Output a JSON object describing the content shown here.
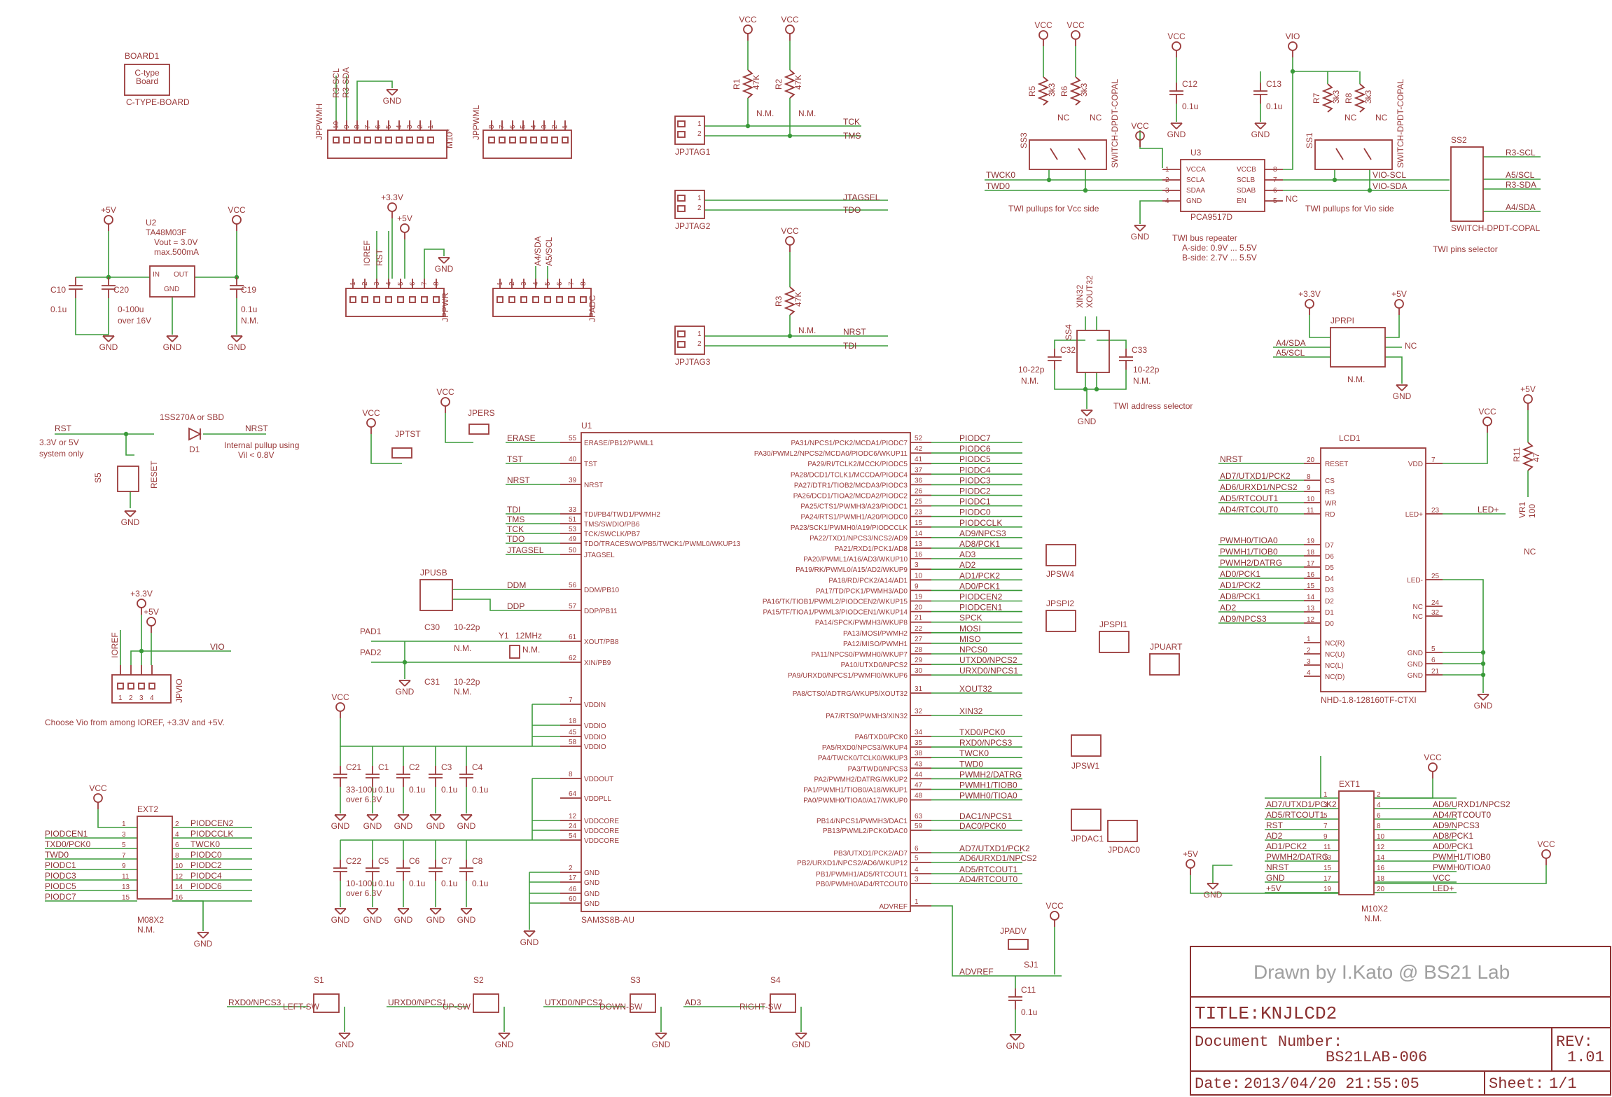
{
  "title_block": {
    "drawn_by": "Drawn by I.Kato @ BS21 Lab",
    "title_label": "TITLE:",
    "title_value": "KNJLCD2",
    "docnum_label": "Document Number:",
    "docnum_value": "BS21LAB-006",
    "rev_label": "REV:",
    "rev_value": "1.01",
    "date_label": "Date:",
    "date_value": "2013/04/20 21:55:05",
    "sheet_label": "Sheet:",
    "sheet_value": "1/1"
  },
  "board": {
    "ref": "BOARD1",
    "line1": "C-type",
    "line2": "Board",
    "name": "C-TYPE-BOARD"
  },
  "regulator": {
    "ref": "U2",
    "part": "TA48M03F",
    "vout": "Vout = 3.0V",
    "imax": "max.500mA",
    "in": "IN",
    "out": "OUT",
    "gnd": "GND"
  },
  "caps_reg": {
    "c10": "C10",
    "c10v": "0.1u",
    "c20": "C20",
    "c20v": "0-100u",
    "c20n": "over 16V",
    "c19": "C19",
    "c19v": "0.1u",
    "c19n": "N.M."
  },
  "jppwmh": {
    "name": "JPPWMH",
    "pins": [
      "10",
      "9",
      "8",
      "7",
      "6",
      "5",
      "4",
      "3",
      "2",
      "1"
    ],
    "nets": [
      "R3-SCL",
      "R3-SDA"
    ],
    "m10": "M10*"
  },
  "jppwml": {
    "name": "JPPWML",
    "pins": [
      "8",
      "7",
      "6",
      "5",
      "4",
      "3",
      "2",
      "1"
    ]
  },
  "jppwr": {
    "name": "JPPWR",
    "pins": [
      "1",
      "2",
      "3",
      "4",
      "5",
      "6",
      "7",
      "8"
    ],
    "nets": [
      "IOREF",
      "RST"
    ]
  },
  "jpadc": {
    "name": "JPADC",
    "pins": [
      "1",
      "2",
      "3",
      "4",
      "5",
      "6",
      "7",
      "8"
    ],
    "nets": [
      "A4/SDA",
      "A5/SCL"
    ]
  },
  "jpjtag": {
    "j1": "JPJTAG1",
    "j2": "JPJTAG2",
    "j3": "JPJTAG3",
    "r1": "R1",
    "r2": "R2",
    "r3": "R3",
    "rv": "47K",
    "nm": "N.M.",
    "n_tck": "TCK",
    "n_tms": "TMS",
    "n_jtagsel": "JTAGSEL",
    "n_tdo": "TDO",
    "n_nrst": "NRST",
    "n_tdi": "TDI"
  },
  "twi": {
    "r5": "R5",
    "r6": "R6",
    "r7": "R7",
    "r8": "R8",
    "rv": "3k3",
    "ss3": "SS3",
    "ss1": "SS1",
    "ss2": "SS2",
    "sw": "SWITCH-DPDT-COPAL",
    "nc": "NC",
    "u3": "U3",
    "u3part": "PCA9517D",
    "u3pins": [
      "VCCA",
      "SCLA",
      "SDAA",
      "GND",
      "VCCB",
      "SCLB",
      "SDAB",
      "EN"
    ],
    "u3nums": [
      "1",
      "2",
      "3",
      "4",
      "8",
      "7",
      "6",
      "5"
    ],
    "c12": "C12",
    "c13": "C13",
    "cv": "0.1u",
    "twck0": "TWCK0",
    "twd0": "TWD0",
    "vio_scl": "VIO-SCL",
    "vio_sda": "VIO-SDA",
    "r3scl": "R3-SCL",
    "a5scl": "A5/SCL",
    "r3sda": "R3-SDA",
    "a4sda": "A4/SDA",
    "cap_vcc": "TWI pullups for Vcc side",
    "cap_vio": "TWI pullups for Vio side",
    "rep1": "TWI bus repeater",
    "rep2": "A-side: 0.9V ... 5.5V",
    "rep3": "B-side: 2.7V ... 5.5V",
    "sel": "TWI pins selector"
  },
  "addr": {
    "ss4": "SS4",
    "xin": "XIN32",
    "xout": "XOUT32",
    "c32": "C32",
    "c33": "C33",
    "cv": "10-22p",
    "nm": "N.M.",
    "cap": "TWI address selector"
  },
  "jprpi": {
    "name": "JPRPI",
    "p33": "+3.3V",
    "p5": "+5V",
    "a4": "A4/SDA",
    "a5": "A5/SCL",
    "nc": "NC",
    "nm": "N.M."
  },
  "reset": {
    "rst": "RST",
    "nrst": "NRST",
    "diode": "1SS270A or SBD",
    "d1": "D1",
    "l1": "3.3V or 5V",
    "l2": "system only",
    "p1": "Internal pullup using",
    "p2": "Vil < 0.8V",
    "s5": "S5",
    "sw": "RESET"
  },
  "jpvio": {
    "name": "JPVIO",
    "ioref": "IOREF",
    "vio": "VIO",
    "p33": "+3.3V",
    "p5": "+5V",
    "note": "Choose Vio from among IOREF, +3.3V and +5V."
  },
  "ext2": {
    "name": "EXT2",
    "part": "M08X2",
    "nm": "N.M.",
    "left_pins": [
      "1",
      "3",
      "5",
      "7",
      "9",
      "11",
      "13",
      "15"
    ],
    "right_pins": [
      "2",
      "4",
      "6",
      "8",
      "10",
      "12",
      "14",
      "16"
    ],
    "left": [
      "",
      "PIODCEN1",
      "TXD0/PCK0",
      "TWD0",
      "PIODC1",
      "PIODC3",
      "PIODC5",
      "PIODC7"
    ],
    "right": [
      "PIODCEN2",
      "PIODCCLK",
      "TWCK0",
      "PIODC0",
      "PIODC2",
      "PIODC4",
      "PIODC6",
      ""
    ]
  },
  "u1": {
    "ref": "U1",
    "part": "SAM3S8B-AU",
    "left": [
      {
        "n": "55",
        "p": "ERASE/PB12/PWML1",
        "net": "ERASE"
      },
      {
        "n": "40",
        "p": "TST",
        "net": "TST"
      },
      {
        "n": "39",
        "p": "NRST",
        "net": "NRST"
      },
      {
        "n": "33",
        "p": "TDI/PB4/TWD1/PWMH2",
        "net": "TDI"
      },
      {
        "n": "51",
        "p": "TMS/SWDIO/PB6",
        "net": "TMS"
      },
      {
        "n": "53",
        "p": "TCK/SWCLK/PB7",
        "net": "TCK"
      },
      {
        "n": "49",
        "p": "TDO/TRACESWO/PB5/TWCK1/PWML0/WKUP13",
        "net": "TDO"
      },
      {
        "n": "50",
        "p": "JTAGSEL",
        "net": "JTAGSEL"
      },
      {
        "n": "56",
        "p": "DDM/PB10",
        "net": "DDM"
      },
      {
        "n": "57",
        "p": "DDP/PB11",
        "net": "DDP"
      },
      {
        "n": "61",
        "p": "XOUT/PB8",
        "net": ""
      },
      {
        "n": "62",
        "p": "XIN/PB9",
        "net": ""
      },
      {
        "n": "7",
        "p": "VDDIN",
        "net": ""
      },
      {
        "n": "18",
        "p": "VDDIO",
        "net": ""
      },
      {
        "n": "45",
        "p": "VDDIO",
        "net": ""
      },
      {
        "n": "58",
        "p": "VDDIO",
        "net": ""
      },
      {
        "n": "8",
        "p": "VDDOUT",
        "net": ""
      },
      {
        "n": "64",
        "p": "VDDPLL",
        "net": ""
      },
      {
        "n": "12",
        "p": "VDDCORE",
        "net": ""
      },
      {
        "n": "24",
        "p": "VDDCORE",
        "net": ""
      },
      {
        "n": "54",
        "p": "VDDCORE",
        "net": ""
      },
      {
        "n": "2",
        "p": "GND",
        "net": ""
      },
      {
        "n": "17",
        "p": "GND",
        "net": ""
      },
      {
        "n": "46",
        "p": "GND",
        "net": ""
      },
      {
        "n": "60",
        "p": "GND",
        "net": ""
      }
    ],
    "right": [
      {
        "n": "52",
        "p": "PA31/NPCS1/PCK2/MCDA1/PIODC7",
        "net": "PIODC7"
      },
      {
        "n": "42",
        "p": "PA30/PWML2/NPCS2/MCDA0/PIODC6/WKUP11",
        "net": "PIODC6"
      },
      {
        "n": "41",
        "p": "PA29/RI/TCLK2/MCCK/PIODC5",
        "net": "PIODC5"
      },
      {
        "n": "37",
        "p": "PA28/DCD1/TCLK1/MCCDA/PIODC4",
        "net": "PIODC4"
      },
      {
        "n": "36",
        "p": "PA27/DTR1/TIOB2/MCDA3/PIODC3",
        "net": "PIODC3"
      },
      {
        "n": "26",
        "p": "PA26/DCD1/TIOA2/MCDA2/PIODC2",
        "net": "PIODC2"
      },
      {
        "n": "25",
        "p": "PA25/CTS1/PWMH3/A23/PIODC1",
        "net": "PIODC1"
      },
      {
        "n": "23",
        "p": "PA24/RTS1/PWMH1/A20/PIODC0",
        "net": "PIODC0"
      },
      {
        "n": "15",
        "p": "PA23/SCK1/PWMH0/A19/PIODCCLK",
        "net": "PIODCCLK"
      },
      {
        "n": "14",
        "p": "PA22/TXD1/NPCS3/NCS2/AD9",
        "net": "AD9/NPCS3"
      },
      {
        "n": "13",
        "p": "PA21/RXD1/PCK1/AD8",
        "net": "AD8/PCK1"
      },
      {
        "n": "16",
        "p": "PA20/PWML1/A16/AD3/WKUP10",
        "net": "AD3"
      },
      {
        "n": "3",
        "p": "PA19/RK/PWML0/A15/AD2/WKUP9",
        "net": "AD2"
      },
      {
        "n": "10",
        "p": "PA18/RD/PCK2/A14/AD1",
        "net": "AD1/PCK2"
      },
      {
        "n": "9",
        "p": "PA17/TD/PCK1/PWMH3/AD0",
        "net": "AD0/PCK1"
      },
      {
        "n": "19",
        "p": "PA16/TK/TIOB1/PWML2/PIODCEN2/WKUP15",
        "net": "PIODCEN2"
      },
      {
        "n": "20",
        "p": "PA15/TF/TIOA1/PWML3/PIODCEN1/WKUP14",
        "net": "PIODCEN1"
      },
      {
        "n": "21",
        "p": "PA14/SPCK/PWMH3/WKUP8",
        "net": "SPCK"
      },
      {
        "n": "22",
        "p": "PA13/MOSI/PWMH2",
        "net": "MOSI"
      },
      {
        "n": "27",
        "p": "PA12/MISO/PWMH1",
        "net": "MISO"
      },
      {
        "n": "28",
        "p": "PA11/NPCS0/PWMH0/WKUP7",
        "net": "NPCS0"
      },
      {
        "n": "29",
        "p": "PA10/UTXD0/NPCS2",
        "net": "UTXD0/NPCS2"
      },
      {
        "n": "30",
        "p": "PA9/URXD0/NPCS1/PWMFI0/WKUP6",
        "net": "URXD0/NPCS1"
      },
      {
        "n": "31",
        "p": "PA8/CTS0/ADTRG/WKUP5/XOUT32",
        "net": "XOUT32"
      },
      {
        "n": "32",
        "p": "PA7/RTS0/PWMH3/XIN32",
        "net": "XIN32"
      },
      {
        "n": "34",
        "p": "PA6/TXD0/PCK0",
        "net": "TXD0/PCK0"
      },
      {
        "n": "35",
        "p": "PA5/RXD0/NPCS3/WKUP4",
        "net": "RXD0/NPCS3"
      },
      {
        "n": "38",
        "p": "PA4/TWCK0/TCLK0/WKUP3",
        "net": "TWCK0"
      },
      {
        "n": "43",
        "p": "PA3/TWD0/NPCS3",
        "net": "TWD0"
      },
      {
        "n": "44",
        "p": "PA2/PWMH2/DATRG/WKUP2",
        "net": "PWMH2/DATRG"
      },
      {
        "n": "47",
        "p": "PA1/PWMH1/TIOB0/A18/WKUP1",
        "net": "PWMH1/TIOB0"
      },
      {
        "n": "48",
        "p": "PA0/PWMH0/TIOA0/A17/WKUP0",
        "net": "PWMH0/TIOA0"
      },
      {
        "n": "63",
        "p": "PB14/NPCS1/PWMH3/DAC1",
        "net": "DAC1/NPCS1"
      },
      {
        "n": "59",
        "p": "PB13/PWML2/PCK0/DAC0",
        "net": "DAC0/PCK0"
      },
      {
        "n": "6",
        "p": "PB3/UTXD1/PCK2/AD7",
        "net": "AD7/UTXD1/PCK2"
      },
      {
        "n": "5",
        "p": "PB2/URXD1/NPCS2/AD6/WKUP12",
        "net": "AD6/URXD1/NPCS2"
      },
      {
        "n": "4",
        "p": "PB1/PWMH1/AD5/RTCOUT1",
        "net": "AD5/RTCOUT1"
      },
      {
        "n": "3",
        "p": "PB0/PWMH0/AD4/RTCOUT0",
        "net": "AD4/RTCOUT0"
      },
      {
        "n": "1",
        "p": "ADVREF",
        "net": ""
      }
    ]
  },
  "misc_u1": {
    "jpers": "JPERS",
    "jptst": "JPTST",
    "jpusb": "JPUSB",
    "pad1": "PAD1",
    "pad2": "PAD2",
    "c30": "C30",
    "c31": "C31",
    "cxv": "10-22p",
    "nm": "N.M.",
    "y1": "Y1",
    "xtal": "12MHz",
    "c21": "C21",
    "c21v": "33-100u",
    "c21n": "over 6.3V",
    "c22": "C22",
    "c22v": "10-100u",
    "c22n": "over 6.3V",
    "c1": "C1",
    "c2": "C2",
    "c3": "C3",
    "c4": "C4",
    "c5": "C5",
    "c6": "C6",
    "c7": "C7",
    "c8": "C8",
    "cv": "0.1u",
    "jpsw4": "JPSW4",
    "jpspi2": "JPSPI2",
    "jpspi1": "JPSPI1",
    "jpuart": "JPUART",
    "jpsw1": "JPSW1",
    "jpdac1": "JPDAC1",
    "jpdac0": "JPDAC0",
    "jpadv": "JPADV",
    "sj1": "SJ1",
    "c11": "C11",
    "c11v": "0.1u",
    "advref": "ADVREF"
  },
  "switches": [
    {
      "ref": "S1",
      "net": "RXD0/NPCS3",
      "name": "LEFT-SW"
    },
    {
      "ref": "S2",
      "net": "URXD0/NPCS1",
      "name": "UP-SW"
    },
    {
      "ref": "S3",
      "net": "UTXD0/NPCS2",
      "name": "DOWN-SW"
    },
    {
      "ref": "S4",
      "net": "AD3",
      "name": "RIGHT-SW"
    }
  ],
  "lcd": {
    "ref": "LCD1",
    "part": "NHD-1.8-128160TF-CTXI",
    "left": [
      {
        "n": "20",
        "p": "RESET",
        "net": "NRST"
      },
      {
        "n": "8",
        "p": "CS",
        "net": "AD7/UTXD1/PCK2"
      },
      {
        "n": "9",
        "p": "RS",
        "net": "AD6/URXD1/NPCS2"
      },
      {
        "n": "10",
        "p": "WR",
        "net": "AD5/RTCOUT1"
      },
      {
        "n": "11",
        "p": "RD",
        "net": "AD4/RTCOUT0"
      },
      {
        "n": "19",
        "p": "D7",
        "net": "PWMH0/TIOA0"
      },
      {
        "n": "18",
        "p": "D6",
        "net": "PWMH1/TIOB0"
      },
      {
        "n": "17",
        "p": "D5",
        "net": "PWMH2/DATRG"
      },
      {
        "n": "16",
        "p": "D4",
        "net": "AD0/PCK1"
      },
      {
        "n": "15",
        "p": "D3",
        "net": "AD1/PCK2"
      },
      {
        "n": "14",
        "p": "D2",
        "net": "AD8/PCK1"
      },
      {
        "n": "13",
        "p": "D1",
        "net": "AD2"
      },
      {
        "n": "12",
        "p": "D0",
        "net": "AD9/NPCS3"
      },
      {
        "n": "1",
        "p": "NC(R)",
        "net": ""
      },
      {
        "n": "2",
        "p": "NC(U)",
        "net": ""
      },
      {
        "n": "3",
        "p": "NC(L)",
        "net": ""
      },
      {
        "n": "4",
        "p": "NC(D)",
        "net": ""
      }
    ],
    "right": [
      {
        "n": "7",
        "p": "VDD"
      },
      {
        "n": "23",
        "p": "LED+"
      },
      {
        "n": "25",
        "p": "LED-"
      },
      {
        "n": "24",
        "p": "NC"
      },
      {
        "n": "32",
        "p": "NC"
      },
      {
        "n": "5",
        "p": "GND"
      },
      {
        "n": "6",
        "p": "GND"
      },
      {
        "n": "21",
        "p": "GND"
      }
    ],
    "r11": "R11",
    "r11v": "47",
    "vr1": "VR1",
    "vr1v": "100",
    "nc": "NC",
    "ledp": "LED+"
  },
  "ext1": {
    "name": "EXT1",
    "part": "M10X2",
    "nm": "N.M.",
    "left_pins": [
      "1",
      "3",
      "5",
      "7",
      "9",
      "11",
      "13",
      "15",
      "17",
      "19"
    ],
    "right_pins": [
      "2",
      "4",
      "6",
      "8",
      "10",
      "12",
      "14",
      "16",
      "18",
      "20"
    ],
    "left": [
      "",
      "AD7/UTXD1/PCK2",
      "AD5/RTCOUT1",
      "RST",
      "AD2",
      "AD1/PCK2",
      "PWMH2/DATRG",
      "NRST",
      "GND",
      "+5V"
    ],
    "right": [
      "",
      "AD6/URXD1/NPCS2",
      "AD4/RTCOUT0",
      "AD9/NPCS3",
      "AD8/PCK1",
      "AD0/PCK1",
      "PWMH1/TIOB0",
      "PWMH0/TIOA0",
      "VCC",
      "LED+"
    ]
  },
  "power": {
    "vcc": "VCC",
    "gnd": "GND",
    "p5": "+5V",
    "p33": "+3.3V",
    "vio": "VIO"
  }
}
